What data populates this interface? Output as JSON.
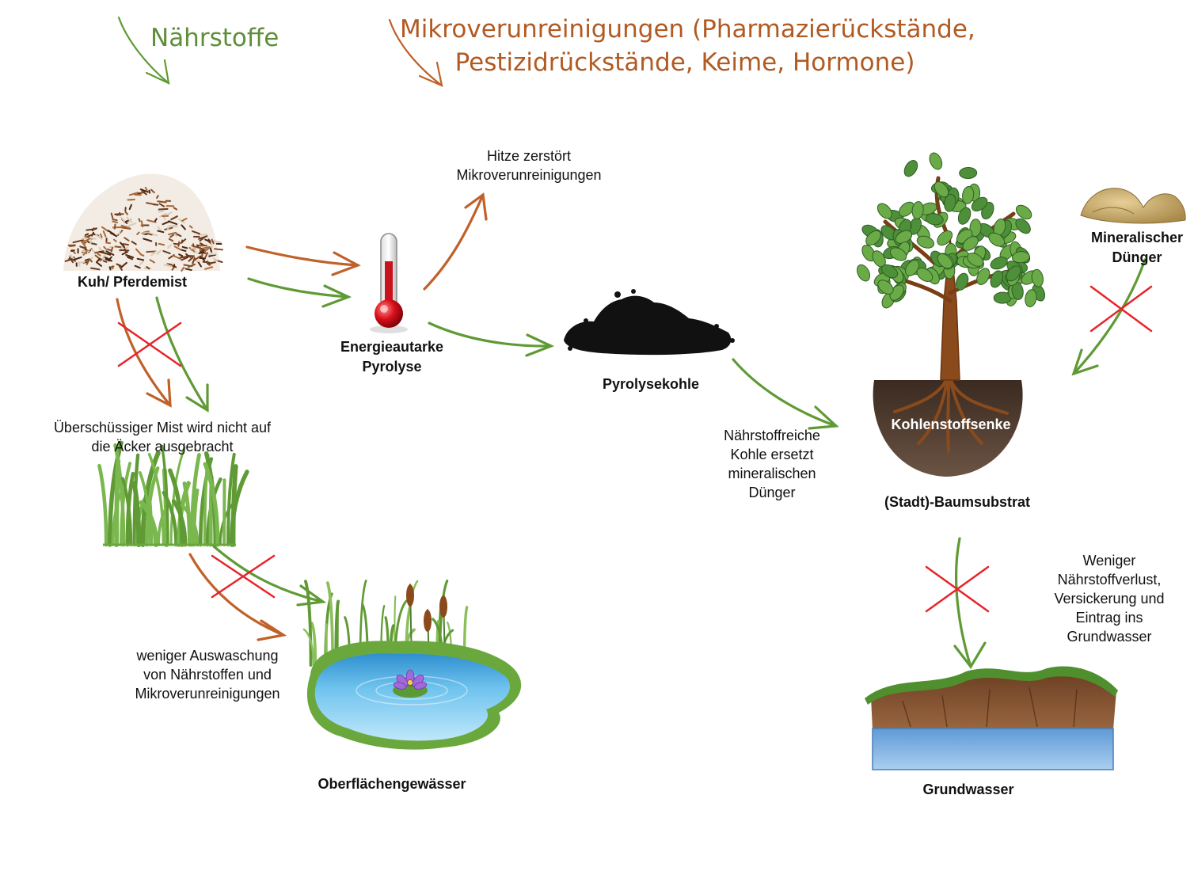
{
  "legend": {
    "nutrients": "Nährstoffe",
    "micro_line1": "Mikroverunreinigungen (Pharmazierückstände,",
    "micro_line2": "Pestizidrückstände, Keime, Hormone)"
  },
  "nodes": {
    "manure": "Kuh/ Pferdemist",
    "pyrolysis_line1": "Energieautarke",
    "pyrolysis_line2": "Pyrolyse",
    "charcoal": "Pyrolysekohle",
    "mineral_line1": "Mineralischer",
    "mineral_line2": "Dünger",
    "carbon_sink": "Kohlenstoffsenke",
    "substrate": "(Stadt)-Baumsubstrat",
    "surface_water": "Oberflächengewässer",
    "groundwater": "Grundwasser"
  },
  "annotations": {
    "heat": [
      "Hitze zerstört",
      "Mikroverunreinigungen"
    ],
    "excess": [
      "Überschüssiger Mist wird nicht auf",
      "die Äcker ausgebracht"
    ],
    "leaching": [
      "weniger Auswaschung",
      "von Nährstoffen und",
      "Mikroverunreinigungen"
    ],
    "replaces": [
      "Nährstoffreiche",
      "Kohle ersetzt",
      "mineralischen",
      "Dünger"
    ],
    "less_loss": [
      "Weniger",
      "Nährstoffverlust,",
      "Versickerung und",
      "Eintrag ins",
      "Grundwasser"
    ]
  },
  "colors": {
    "nutrients_arrow": "#5f9a35",
    "micro_arrow": "#c0612a",
    "blocked_cross": "#e8232a",
    "legend_nutrients_text": "#5e8e3a",
    "legend_micro_text": "#b15a22"
  }
}
